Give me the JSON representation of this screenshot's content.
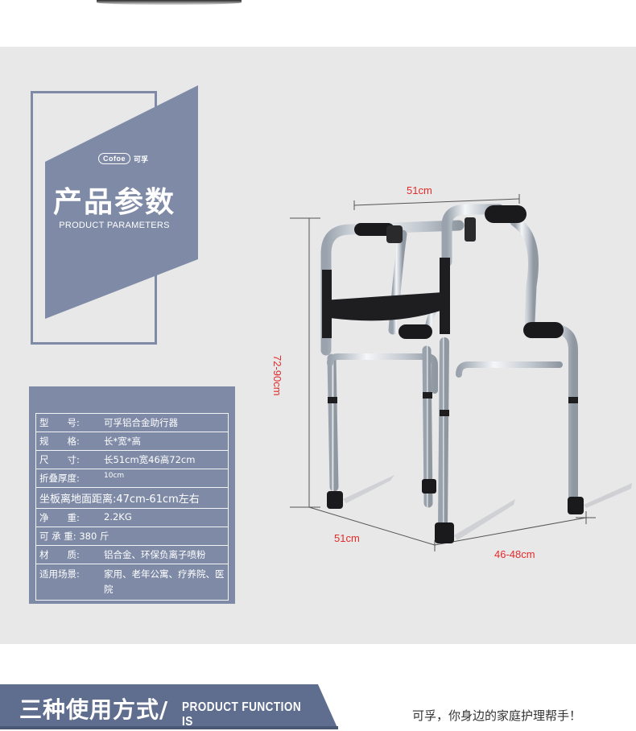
{
  "colors": {
    "panel": "#7e8aa6",
    "background": "#e8e8e9",
    "dimension": "#e22b2b",
    "banner": "#5f6e8e"
  },
  "logo": {
    "left": "Cofoe",
    "right": "可孚"
  },
  "title": {
    "cn": "产品参数",
    "en": "PRODUCT PARAMETERS"
  },
  "specs": [
    {
      "key": "型　　号:",
      "value": "可孚铝合金助行器"
    },
    {
      "key": "规　　格:",
      "value": "长*宽*高"
    },
    {
      "key": "尺　　寸:",
      "value": "长51cm宽46高72cm"
    },
    {
      "key": "折叠厚度:",
      "value": "10cm"
    },
    {
      "key": "坐板离地面距离:",
      "value": "47cm-61cm左右"
    },
    {
      "key": "净　　重:",
      "value": "2.2KG"
    },
    {
      "key": "可 承 重:",
      "value": "380 斤"
    },
    {
      "key": "材　　质:",
      "value": "铝合金、环保负离子喷粉"
    },
    {
      "key": "适用场景:",
      "value": "家用、老年公寓、疗养院、医院"
    }
  ],
  "dimensions": {
    "top_width": "51cm",
    "height": "72-90cm",
    "bottom_width": "51cm",
    "depth": "46-48cm"
  },
  "banner": {
    "cn": "三种使用方式/",
    "en": "PRODUCT FUNCTION IS"
  },
  "slogan": "可孚，你身边的家庭护理帮手！"
}
